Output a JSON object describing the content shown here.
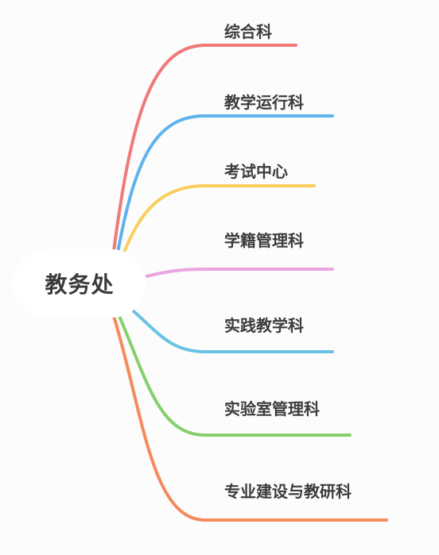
{
  "root": {
    "label": "教务处"
  },
  "branches": [
    {
      "label": "综合科",
      "color": "#f07a7a"
    },
    {
      "label": "教学运行科",
      "color": "#5eb3ec"
    },
    {
      "label": "考试中心",
      "color": "#f9ce5d"
    },
    {
      "label": "学籍管理科",
      "color": "#eba6e0"
    },
    {
      "label": "实践教学科",
      "color": "#69c2e4"
    },
    {
      "label": "实验室管理科",
      "color": "#86cf6e"
    },
    {
      "label": "专业建设与教研科",
      "color": "#f58a5c"
    }
  ]
}
